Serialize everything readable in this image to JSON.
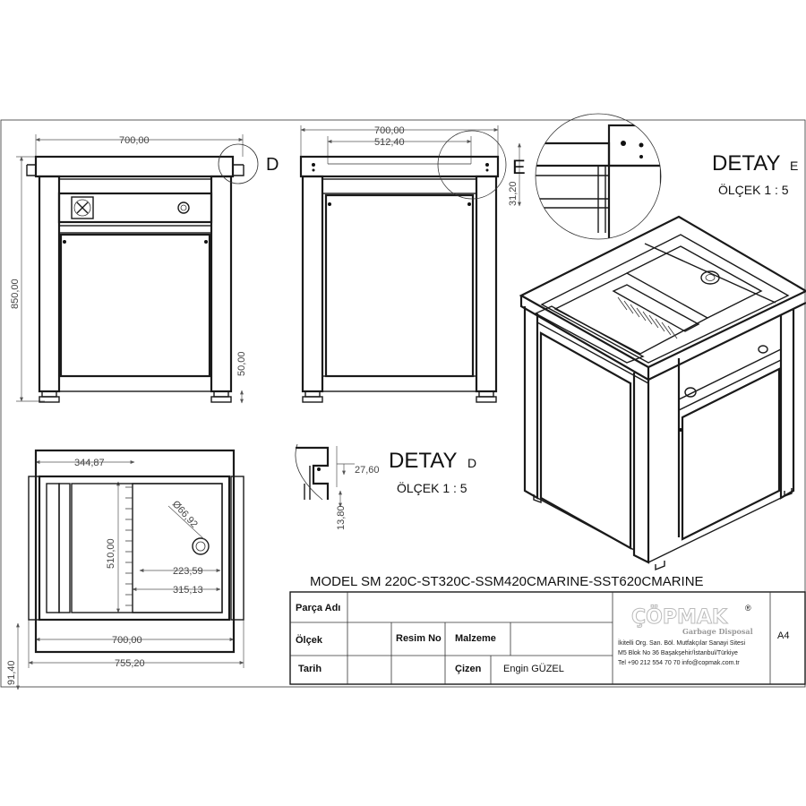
{
  "dimensions": {
    "front_width": "700,00",
    "front_height": "850,00",
    "front_leg": "50,00",
    "side_width": "700,00",
    "side_inner": "512,40",
    "side_edge": "31,20",
    "top_offset": "344,87",
    "top_depth": "510,00",
    "top_hole": "Ø66,92",
    "top_a": "223,59",
    "top_b": "315,13",
    "top_width": "700,00",
    "top_overall": "755,20",
    "top_left": "91,40",
    "detail_d_a": "27,60",
    "detail_d_b": "13,80"
  },
  "labels": {
    "callout_d": "D",
    "callout_e": "E",
    "detay_e_title": "DETAY",
    "detay_e_letter": "E",
    "detay_e_scale": "ÖLÇEK  1 : 5",
    "detay_d_title": "DETAY",
    "detay_d_letter": "D",
    "detay_d_scale": "ÖLÇEK  1 : 5",
    "model": "MODEL SM 220C-ST320C-SSM420CMARINE-SST620CMARINE"
  },
  "title_block": {
    "part_name_label": "Parça Adı",
    "scale_label": "Ölçek",
    "drawing_no_label": "Resim No",
    "material_label": "Malzeme",
    "date_label": "Tarih",
    "drawn_label": "Çizen",
    "drawn_by": "Engin GÜZEL",
    "paper": "A4",
    "logo": "ÇÖPMAK",
    "logo_reg": "®",
    "logo_sub": "Garbage Disposal",
    "address_1": "İkitelli Org. San. Böl. Mutfakçılar Sanayi Sitesi",
    "address_2": "M5 Blok No 36 Başakşehir/İstanbul/Türkiye",
    "address_3": "Tel +90 212 554 70 70 info@copmak.com.tr"
  }
}
